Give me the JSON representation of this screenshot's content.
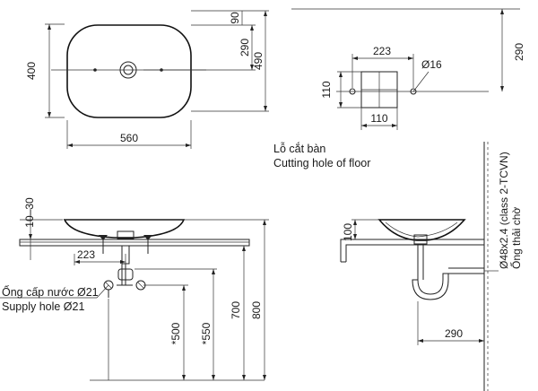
{
  "top_view": {
    "dim_width": "560",
    "dim_depth": "400",
    "dim_drain_offset": "90",
    "dim_edge_290": "290",
    "dim_total_490": "490"
  },
  "cutting_hole": {
    "dim_223": "223",
    "dim_290": "290",
    "dim_110_left": "110",
    "dim_110_bottom": "110",
    "dim_hole": "Ø16",
    "label_vi": "Lỗ cắt bàn",
    "label_en": "Cutting hole of floor"
  },
  "front_view": {
    "dim_10_30": "10–30",
    "dim_223": "223",
    "dim_500": "*500",
    "dim_550": "*550",
    "dim_700": "700",
    "dim_800": "800",
    "supply_label_vi": "Ống cấp nước Ø21",
    "supply_label_en": "Supply hole Ø21"
  },
  "side_view": {
    "dim_100": "100",
    "dim_290": "290",
    "pipe_label": "Ø48x2.4 (class 2-TCVN)",
    "pipe_label_vi": "Ống thải chờ"
  }
}
